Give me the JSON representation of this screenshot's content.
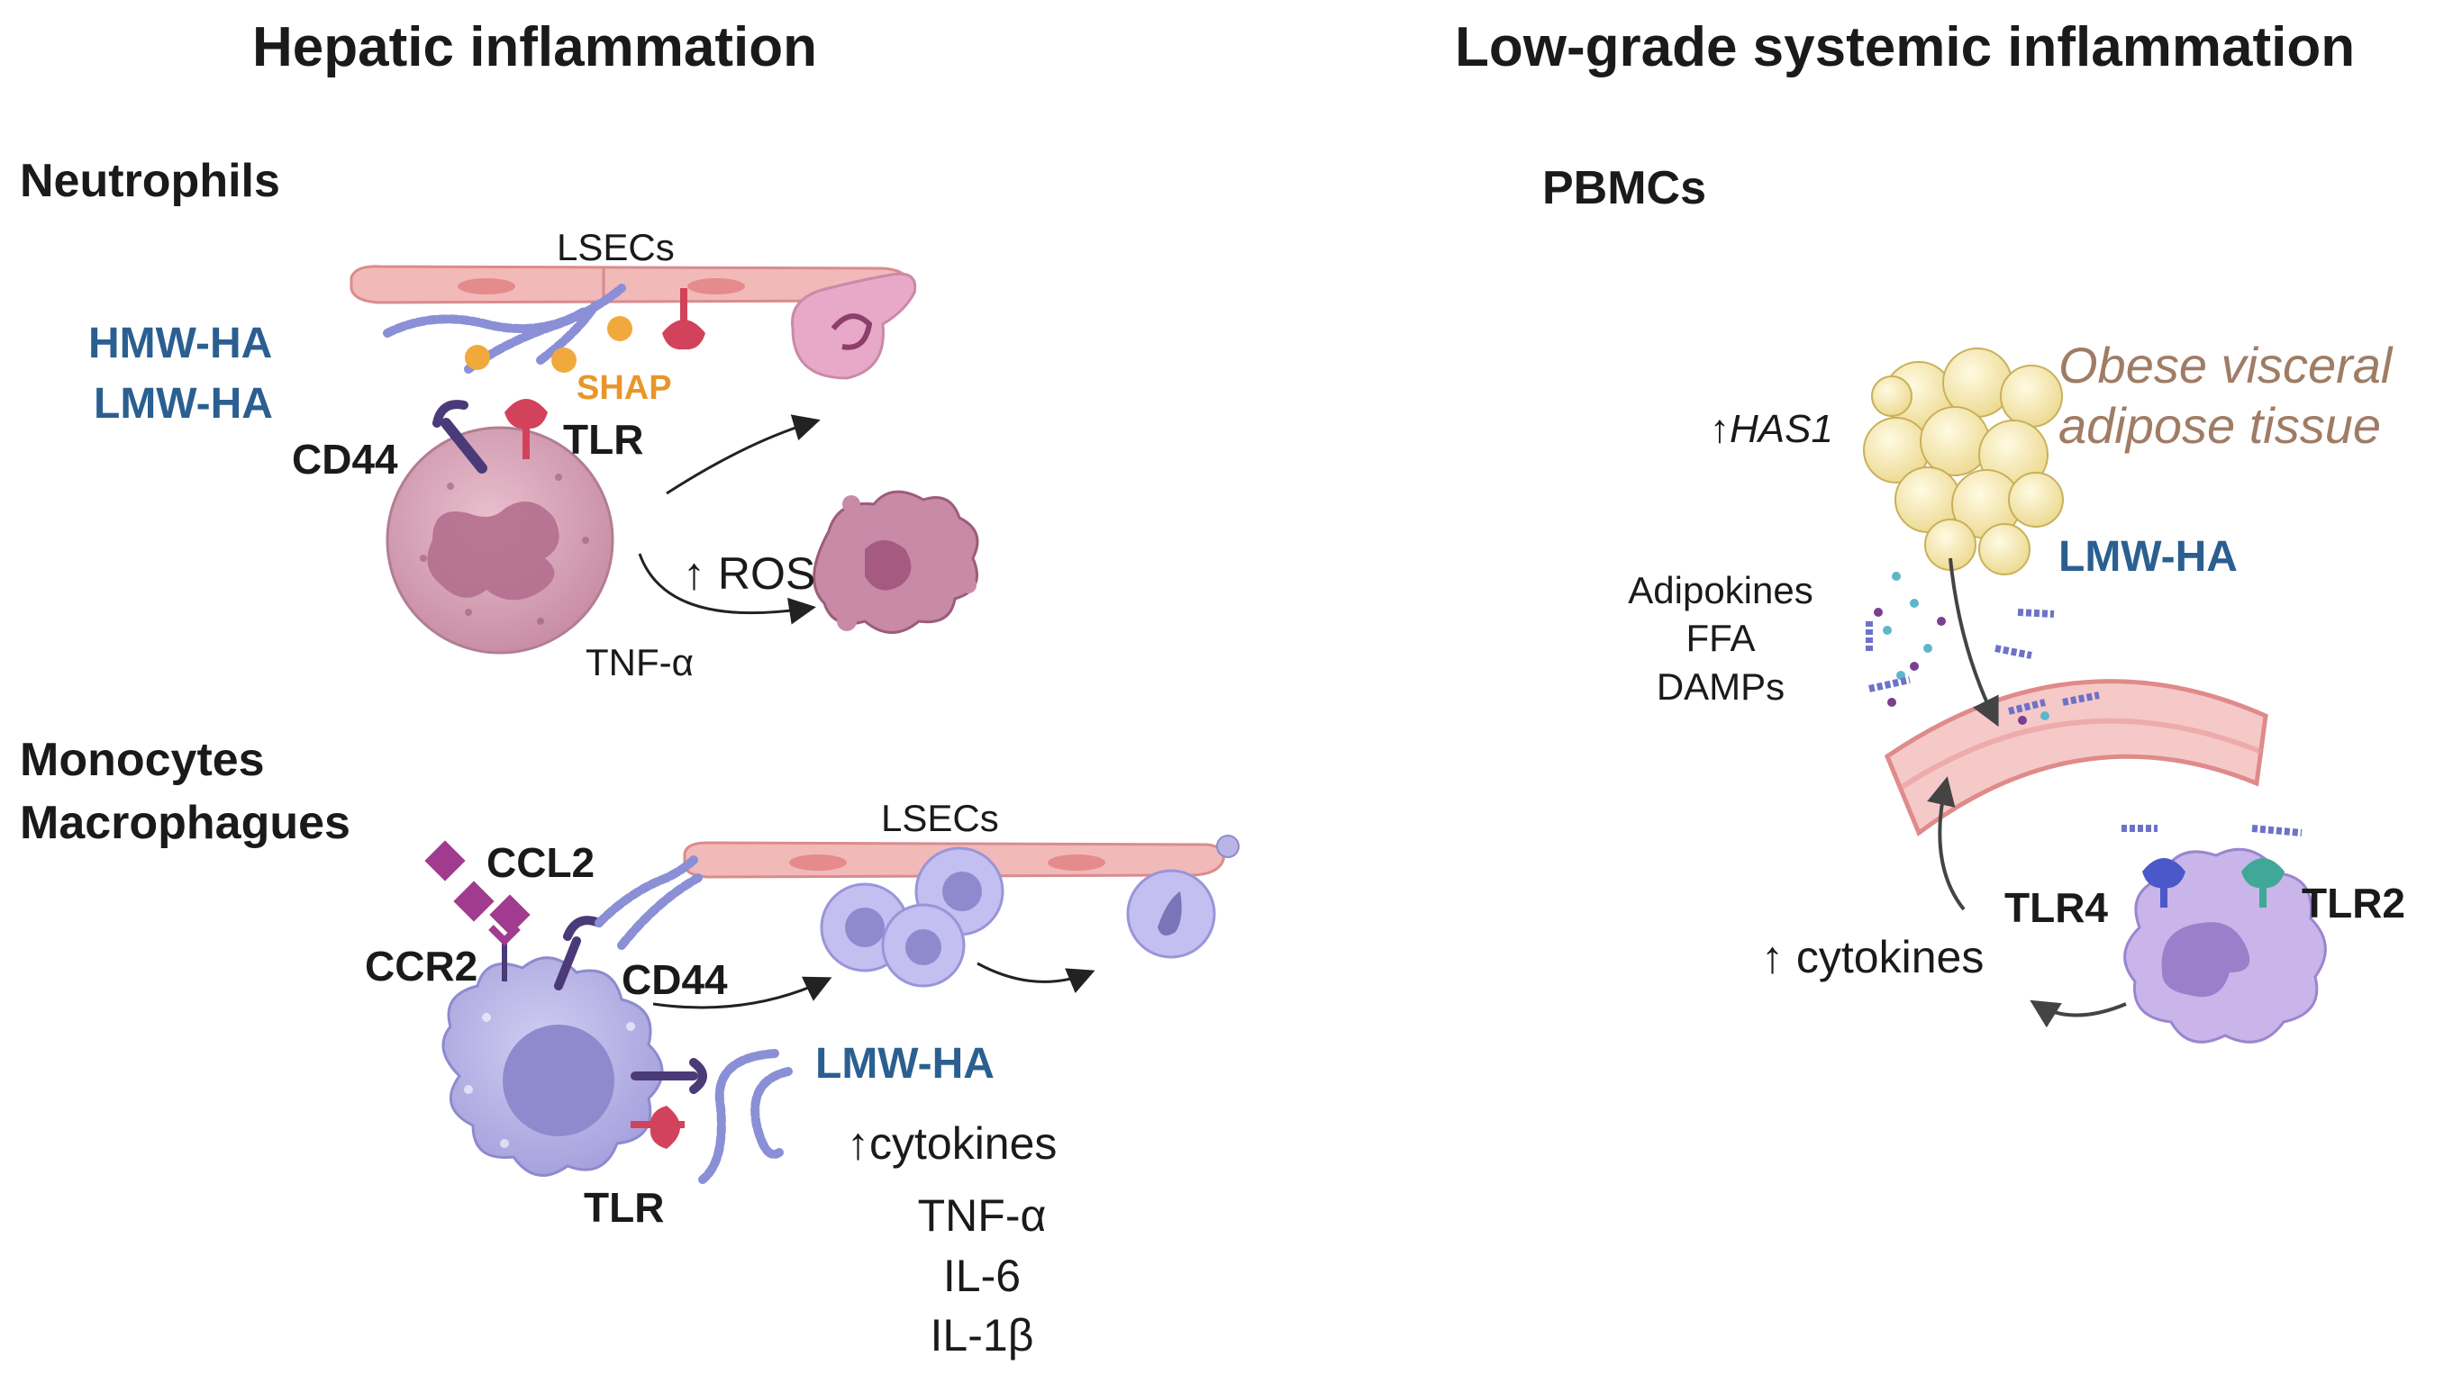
{
  "titles": {
    "left": "Hepatic inflammation",
    "right": "Low-grade systemic inflammation"
  },
  "neutrophils": {
    "section": "Neutrophils",
    "lsecs": "LSECs",
    "hmw_ha": "HMW-HA",
    "lmw_ha": "LMW-HA",
    "shap": "SHAP",
    "cd44": "CD44",
    "tlr": "TLR",
    "ros": "↑ ROS",
    "tnf": "TNF-α"
  },
  "monocytes": {
    "section_line1": "Monocytes",
    "section_line2": "Macrophagues",
    "lsecs": "LSECs",
    "ccl2": "CCL2",
    "ccr2": "CCR2",
    "cd44": "CD44",
    "lmw_ha": "LMW-HA",
    "cytokines": "↑cytokines",
    "tlr": "TLR",
    "cytokine_list": [
      "TNF-α",
      "IL-6",
      "IL-1β"
    ]
  },
  "pbmcs": {
    "section": "PBMCs",
    "has1": "↑HAS1",
    "adipose_line1": "Obese visceral",
    "adipose_line2": "adipose tissue",
    "lmw_ha": "LMW-HA",
    "secreted": [
      "Adipokines",
      "FFA",
      "DAMPs"
    ],
    "tlr4": "TLR4",
    "tlr2": "TLR2",
    "cytokines": "↑ cytokines"
  },
  "colors": {
    "ha_label": "#2b5f91",
    "shap": "#e8962a",
    "adipose_label": "#a07c64",
    "endothelium": "#f0b3b3",
    "neutrophil": "#d9a5b8",
    "macrophage": "#b9b5e6",
    "ha_chain": "#6d72c8",
    "tlr_red": "#d2425a",
    "receptor_dark": "#4a3a78"
  }
}
